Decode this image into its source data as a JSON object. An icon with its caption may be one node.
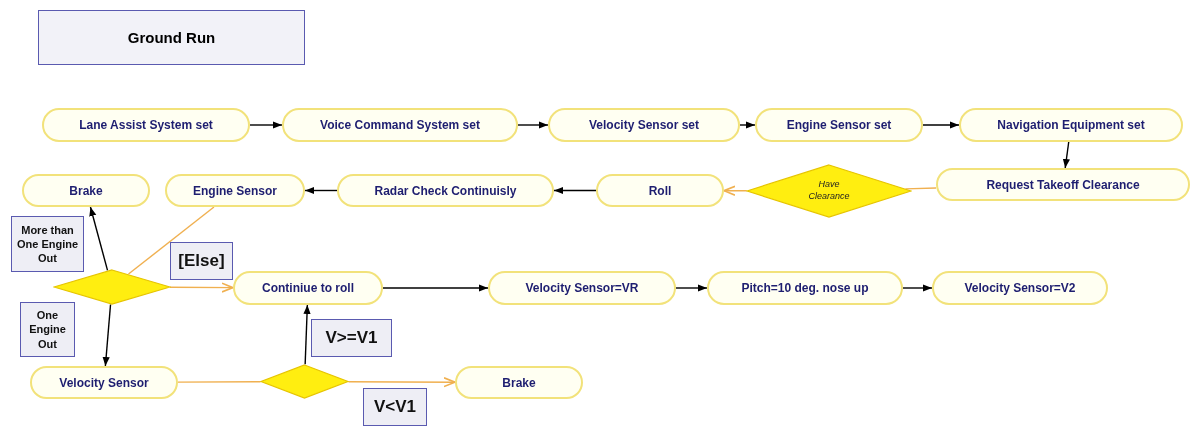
{
  "diagram": {
    "title": "Ground Run",
    "nodes": [
      {
        "text": [
          "Lane Assist System set"
        ]
      },
      {
        "text": [
          "Voice Command System set"
        ]
      },
      {
        "text": [
          "Velocity Sensor set"
        ]
      },
      {
        "text": [
          "Engine Sensor set"
        ]
      },
      {
        "text": [
          "Navigation Equipment set"
        ]
      },
      {
        "text": [
          "Brake"
        ]
      },
      {
        "text": [
          "Engine Sensor"
        ]
      },
      {
        "text": [
          "Radar Check Continuisly"
        ]
      },
      {
        "text": [
          "Roll"
        ]
      },
      {
        "text": [
          "Have Clearance"
        ]
      },
      {
        "text": [
          "Request Takeoff Clearance"
        ]
      },
      {
        "text": [],
        "shape": "diamond"
      },
      {
        "text": [
          "Continiue to roll"
        ]
      },
      {
        "text": [
          "Velocity Sensor=VR"
        ]
      },
      {
        "text": [
          "Pitch=10 deg. nose up"
        ]
      },
      {
        "text": [
          "Velocity Sensor=V2"
        ]
      },
      {
        "text": [
          "Velocity Sensor"
        ]
      },
      {
        "text": [],
        "shape": "diamond"
      },
      {
        "text": [
          "Brake"
        ]
      }
    ],
    "edges": [
      {
        "from": 0,
        "to": 1,
        "arrow": "to"
      },
      {
        "from": 1,
        "to": 2,
        "arrow": "to"
      },
      {
        "from": 2,
        "to": 3,
        "arrow": "to"
      },
      {
        "from": 3,
        "to": 4,
        "arrow": "to"
      },
      {
        "from": 4,
        "to": 10,
        "arrow": "to"
      },
      {
        "from": 10,
        "to": 9,
        "arrow": "none",
        "color": "#f0b050"
      },
      {
        "from": 9,
        "to": 8,
        "arrow": "to",
        "color": "#f0b050"
      },
      {
        "from": 8,
        "to": 7,
        "arrow": "to"
      },
      {
        "from": 7,
        "to": 6,
        "arrow": "to"
      },
      {
        "from": 6,
        "to": 11,
        "arrow": "none",
        "color": "#f0b050"
      },
      {
        "from": 11,
        "to": 5,
        "arrow": "to",
        "label": "More than One Engine Out"
      },
      {
        "from": 11,
        "to": 12,
        "arrow": "to",
        "label": "[Else]",
        "color": "#f0b050"
      },
      {
        "from": 11,
        "to": 16,
        "arrow": "to",
        "label": "One Engine Out"
      },
      {
        "from": 12,
        "to": 13,
        "arrow": "to"
      },
      {
        "from": 13,
        "to": 14,
        "arrow": "to"
      },
      {
        "from": 14,
        "to": 15,
        "arrow": "to"
      },
      {
        "from": 16,
        "to": 17,
        "arrow": "none",
        "color": "#f0b050"
      },
      {
        "from": 17,
        "to": 12,
        "arrow": "to",
        "label": "V>=V1"
      },
      {
        "from": 17,
        "to": 18,
        "arrow": "to",
        "label": "V<V1",
        "color": "#f0b050"
      }
    ]
  }
}
